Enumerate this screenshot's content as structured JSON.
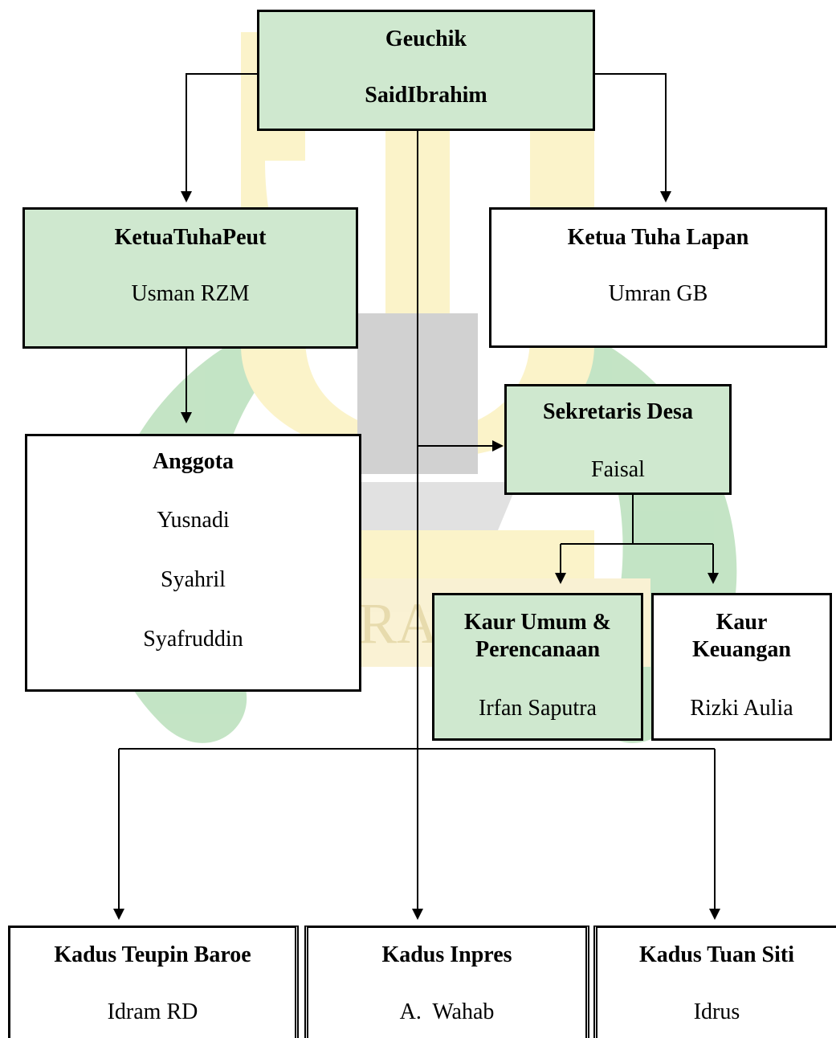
{
  "colors": {
    "box_fill": "#cfe8cf",
    "line": "#000000",
    "watermark_green": "#2e9a3a",
    "watermark_yellow": "#f2d24a"
  },
  "watermark": {
    "text": "AR-RANIRY"
  },
  "nodes": {
    "geuchik": {
      "title": "Geuchik",
      "name": "SaidIbrahim"
    },
    "tuha_peut": {
      "title": "KetuaTuhaPeut",
      "name": "Usman RZM"
    },
    "tuha_lapan": {
      "title": "Ketua Tuha Lapan",
      "name": "Umran GB"
    },
    "anggota": {
      "title": "Anggota",
      "members": [
        "Yusnadi",
        "Syahril",
        "Syafruddin"
      ]
    },
    "sekretaris": {
      "title": "Sekretaris Desa",
      "name": "Faisal"
    },
    "kaur_umum": {
      "title_line1": "Kaur Umum &",
      "title_line2": "Perencanaan",
      "name": "Irfan Saputra"
    },
    "kaur_keuangan": {
      "title_line1": "Kaur",
      "title_line2": "Keuangan",
      "name": "Rizki Aulia"
    },
    "kadus_teupin": {
      "title": "Kadus Teupin Baroe",
      "name": "Idram RD"
    },
    "kadus_inpres": {
      "title": "Kadus Inpres",
      "name": "A.  Wahab"
    },
    "kadus_tuan": {
      "title": "Kadus Tuan Siti",
      "name": "Idrus"
    }
  }
}
